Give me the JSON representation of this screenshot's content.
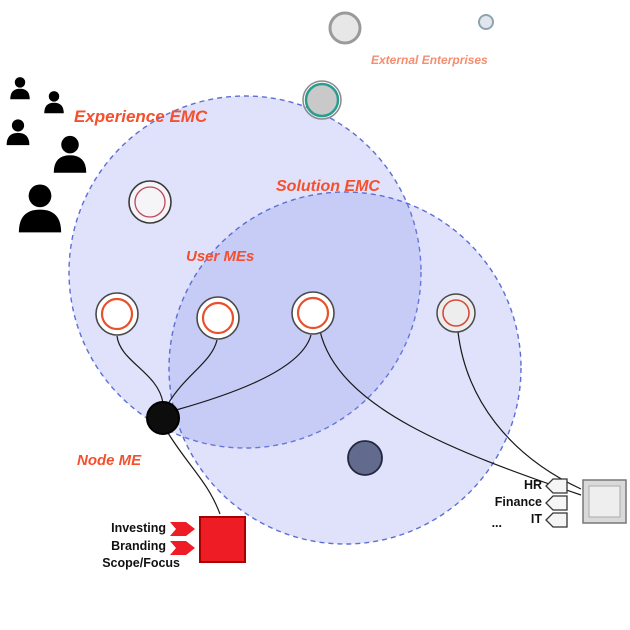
{
  "diagram": {
    "labels": {
      "experience_emc": "Experience EMC",
      "solution_emc": "Solution EMC",
      "external_enterprises": "External Enterprises",
      "user_mes": "User MEs",
      "node_me": "Node ME"
    },
    "node_me_outputs": [
      "Investing",
      "Branding",
      "Scope/Focus"
    ],
    "enterprise_functions": [
      "HR",
      "Finance",
      "IT",
      "..."
    ],
    "colors": {
      "label_orange": "#f4502e",
      "label_salmon": "#f58d70",
      "user_me_ring": "#e8512b",
      "square_red": "#ee1c25",
      "teal_ring": "#2a9d8f",
      "venn_fill": "#8290eb",
      "venn_stroke": "#5d6fd4",
      "dark_node_fill": "#626a8e"
    }
  }
}
